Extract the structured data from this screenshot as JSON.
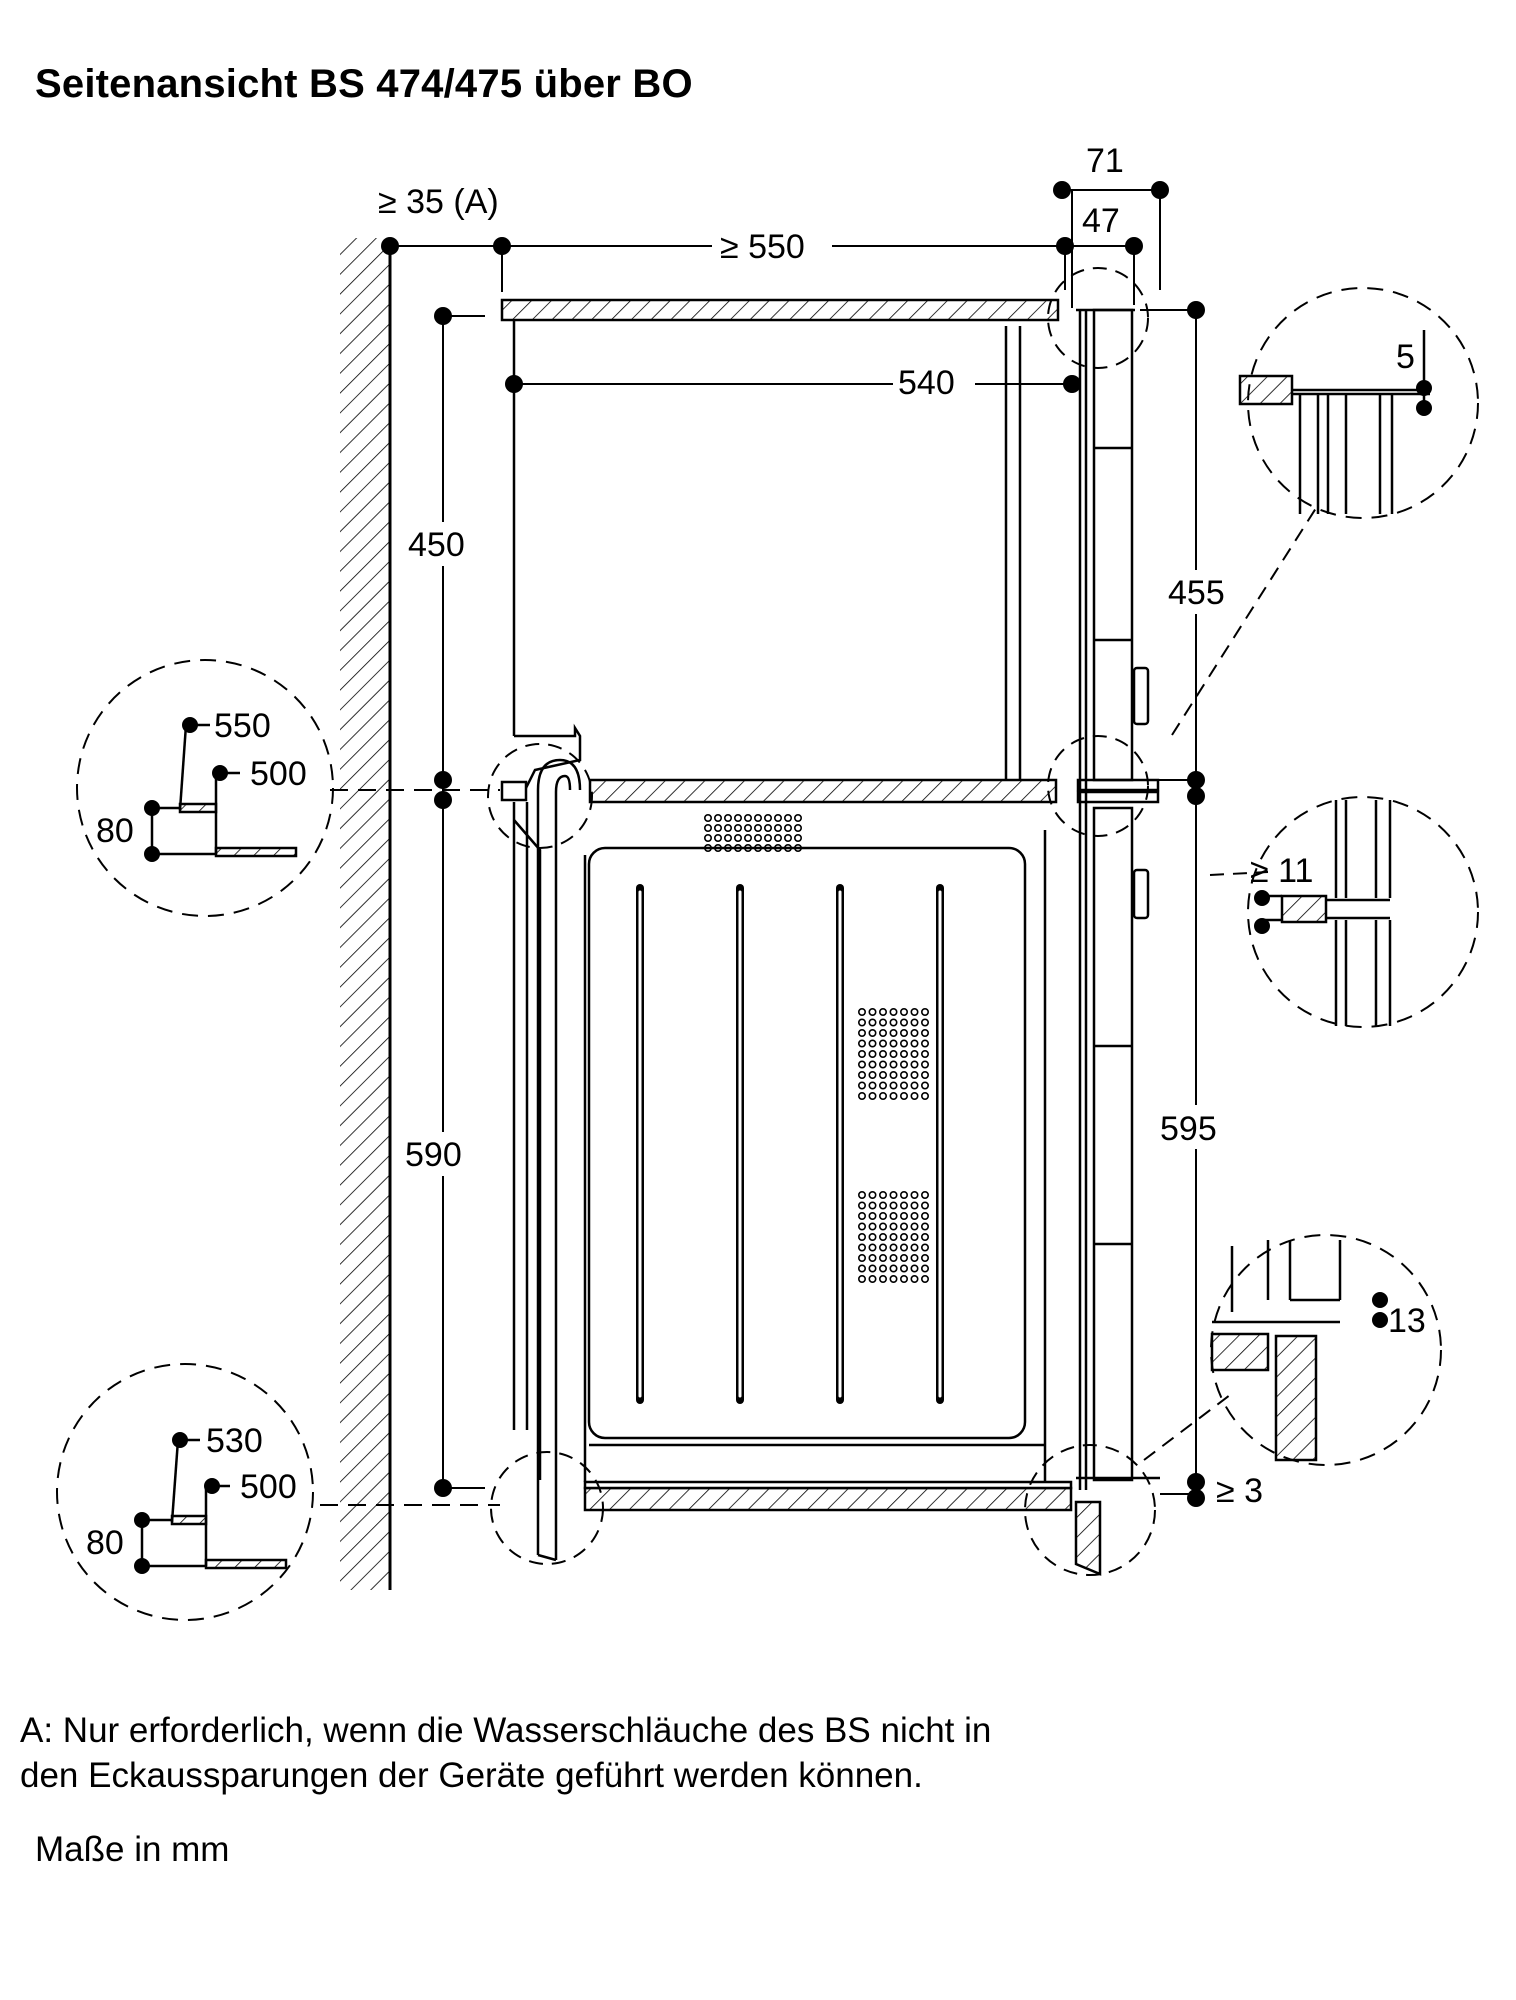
{
  "title": "Seitenansicht BS 474/475 über BO",
  "dimensions": {
    "wall_gap": "≥ 35 (A)",
    "depth_top": "≥ 550",
    "front_71": "71",
    "front_47": "47",
    "inner_540": "540",
    "niche_450": "450",
    "niche_590": "590",
    "front_455": "455",
    "front_595": "595",
    "gap_3": "≥ 3",
    "detail_top_5": "5",
    "detail_mid_11": "≥ 11",
    "detail_bottom_13": "13",
    "left_top_550": "550",
    "left_top_500": "500",
    "left_top_80": "80",
    "left_bottom_530": "530",
    "left_bottom_500": "500",
    "left_bottom_80": "80"
  },
  "footnote_lines": [
    "A: Nur erforderlich, wenn die Wasserschläuche des BS nicht in",
    "den Eckaussparungen der Geräte geführt werden können."
  ],
  "units_note": "Maße in mm"
}
